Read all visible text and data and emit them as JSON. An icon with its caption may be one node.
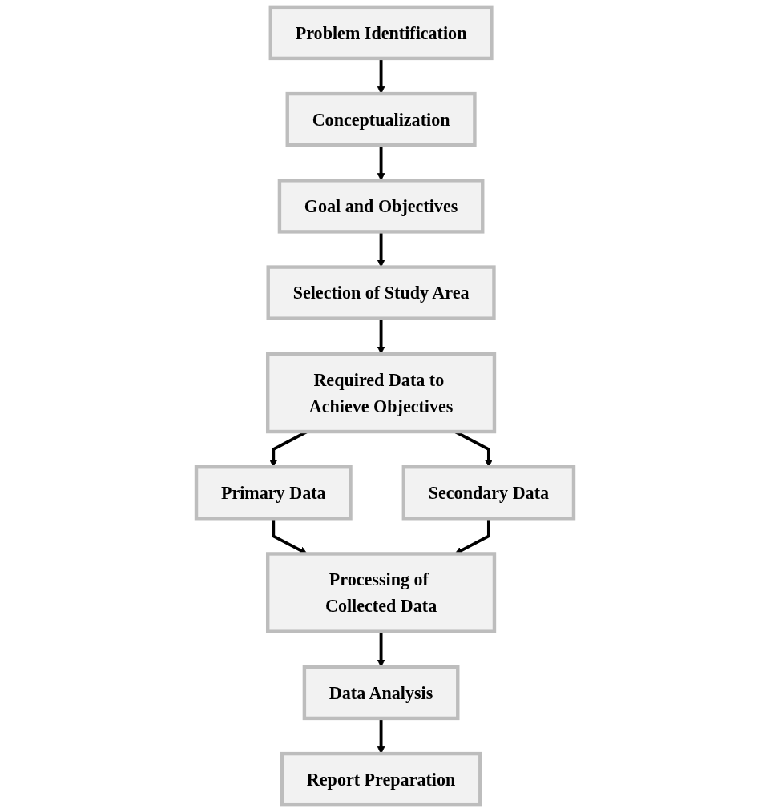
{
  "diagram": {
    "nodes": [
      {
        "text": [
          "Problem Identification"
        ]
      },
      {
        "text": [
          "Conceptualization"
        ]
      },
      {
        "text": [
          "Goal and Objectives"
        ]
      },
      {
        "text": [
          "Selection of Study Area"
        ]
      },
      {
        "text": [
          "Required Data to Achieve Objectives"
        ]
      },
      {
        "text": [
          "Primary Data"
        ]
      },
      {
        "text": [
          "Secondary Data"
        ]
      },
      {
        "text": [
          "Processing of Collected Data"
        ]
      },
      {
        "text": [
          "Data Analysis"
        ]
      },
      {
        "text": [
          "Report Preparation"
        ]
      }
    ],
    "edges": [
      {
        "from": 0,
        "to": 1,
        "arrow": "to"
      },
      {
        "from": 1,
        "to": 2,
        "arrow": "to"
      },
      {
        "from": 2,
        "to": 3,
        "arrow": "to"
      },
      {
        "from": 3,
        "to": 4,
        "arrow": "to"
      },
      {
        "from": 4,
        "to": 5,
        "arrow": "to"
      },
      {
        "from": 4,
        "to": 6,
        "arrow": "to"
      },
      {
        "from": 5,
        "to": 7,
        "arrow": "to"
      },
      {
        "from": 6,
        "to": 7,
        "arrow": "to"
      },
      {
        "from": 7,
        "to": 8,
        "arrow": "to"
      },
      {
        "from": 8,
        "to": 9,
        "arrow": "to"
      }
    ]
  }
}
